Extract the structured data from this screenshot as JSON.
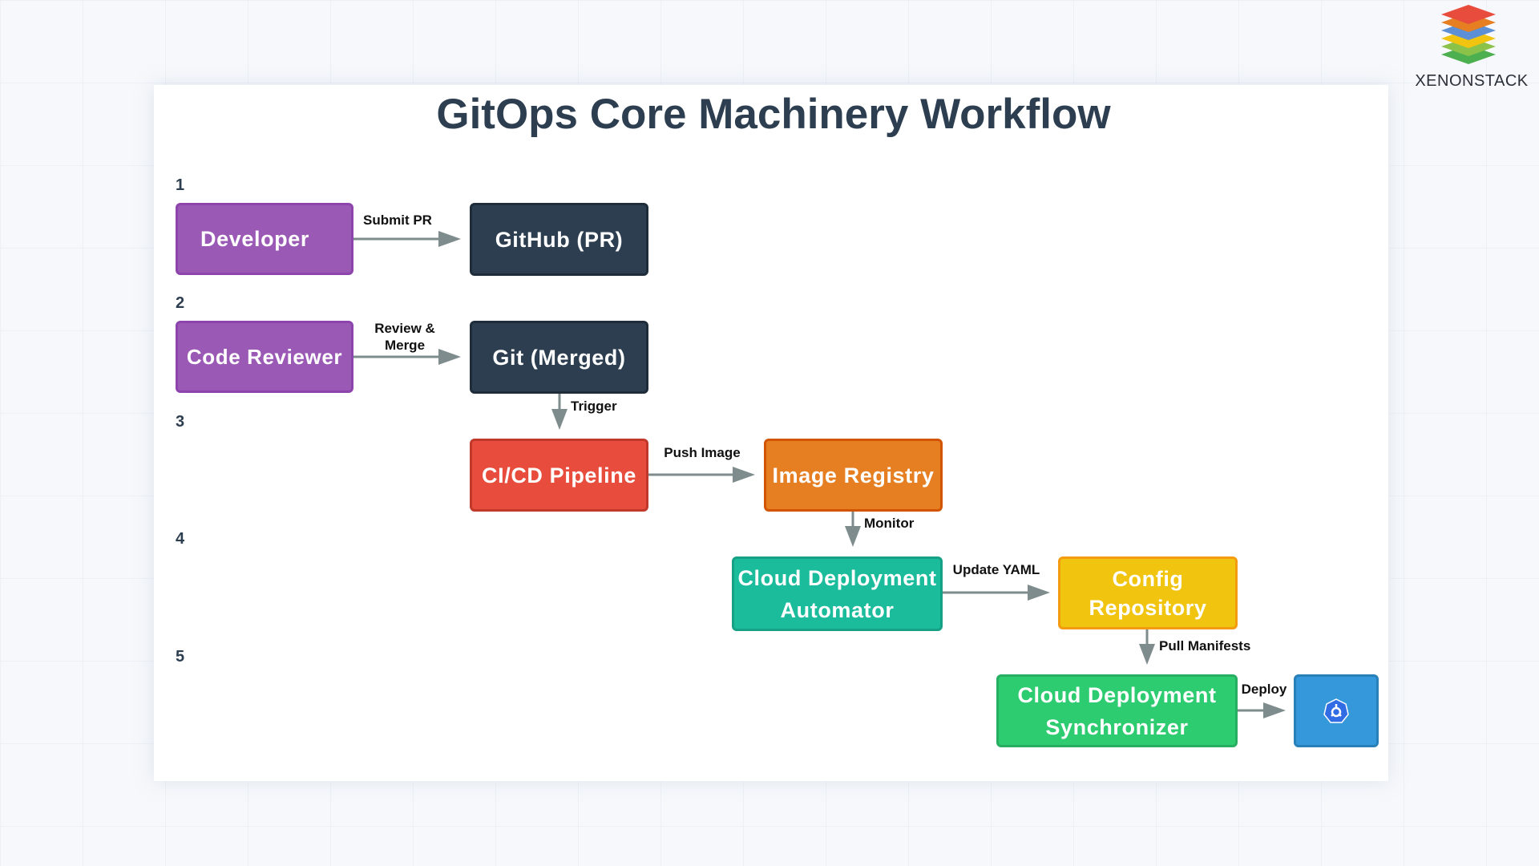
{
  "brand": {
    "name": "XENONSTACK"
  },
  "title": "GitOps Core Machinery Workflow",
  "steps": [
    "1",
    "2",
    "3",
    "4",
    "5"
  ],
  "nodes": {
    "developer": "Developer",
    "github_pr": "GitHub (PR)",
    "code_reviewer": "Code Reviewer",
    "git_merged": "Git (Merged)",
    "cicd_pipeline": "CI/CD Pipeline",
    "image_registry": "Image Registry",
    "cloud_deployment_automator": "Cloud Deployment Automator",
    "config_repository": "Config Repository",
    "cloud_deployment_synchronizer": "Cloud Deployment Synchronizer",
    "kubernetes_cluster": ""
  },
  "edges": {
    "submit_pr": "Submit PR",
    "review_merge": "Review & Merge",
    "trigger": "Trigger",
    "push_image": "Push Image",
    "monitor": "Monitor",
    "update_yaml": "Update YAML",
    "pull_manifests": "Pull Manifests",
    "deploy": "Deploy"
  },
  "icons": {
    "kubernetes": "kubernetes-icon",
    "logo": "xenonstack-logo-icon"
  },
  "colors": {
    "purple": "#9b59b6",
    "dark": "#2c3e50",
    "red": "#e74c3c",
    "orange": "#e67e22",
    "teal": "#1abc9c",
    "yellow": "#f1c40f",
    "green": "#2ecc71",
    "blue": "#3498db",
    "arrow": "#7f8c8d"
  }
}
